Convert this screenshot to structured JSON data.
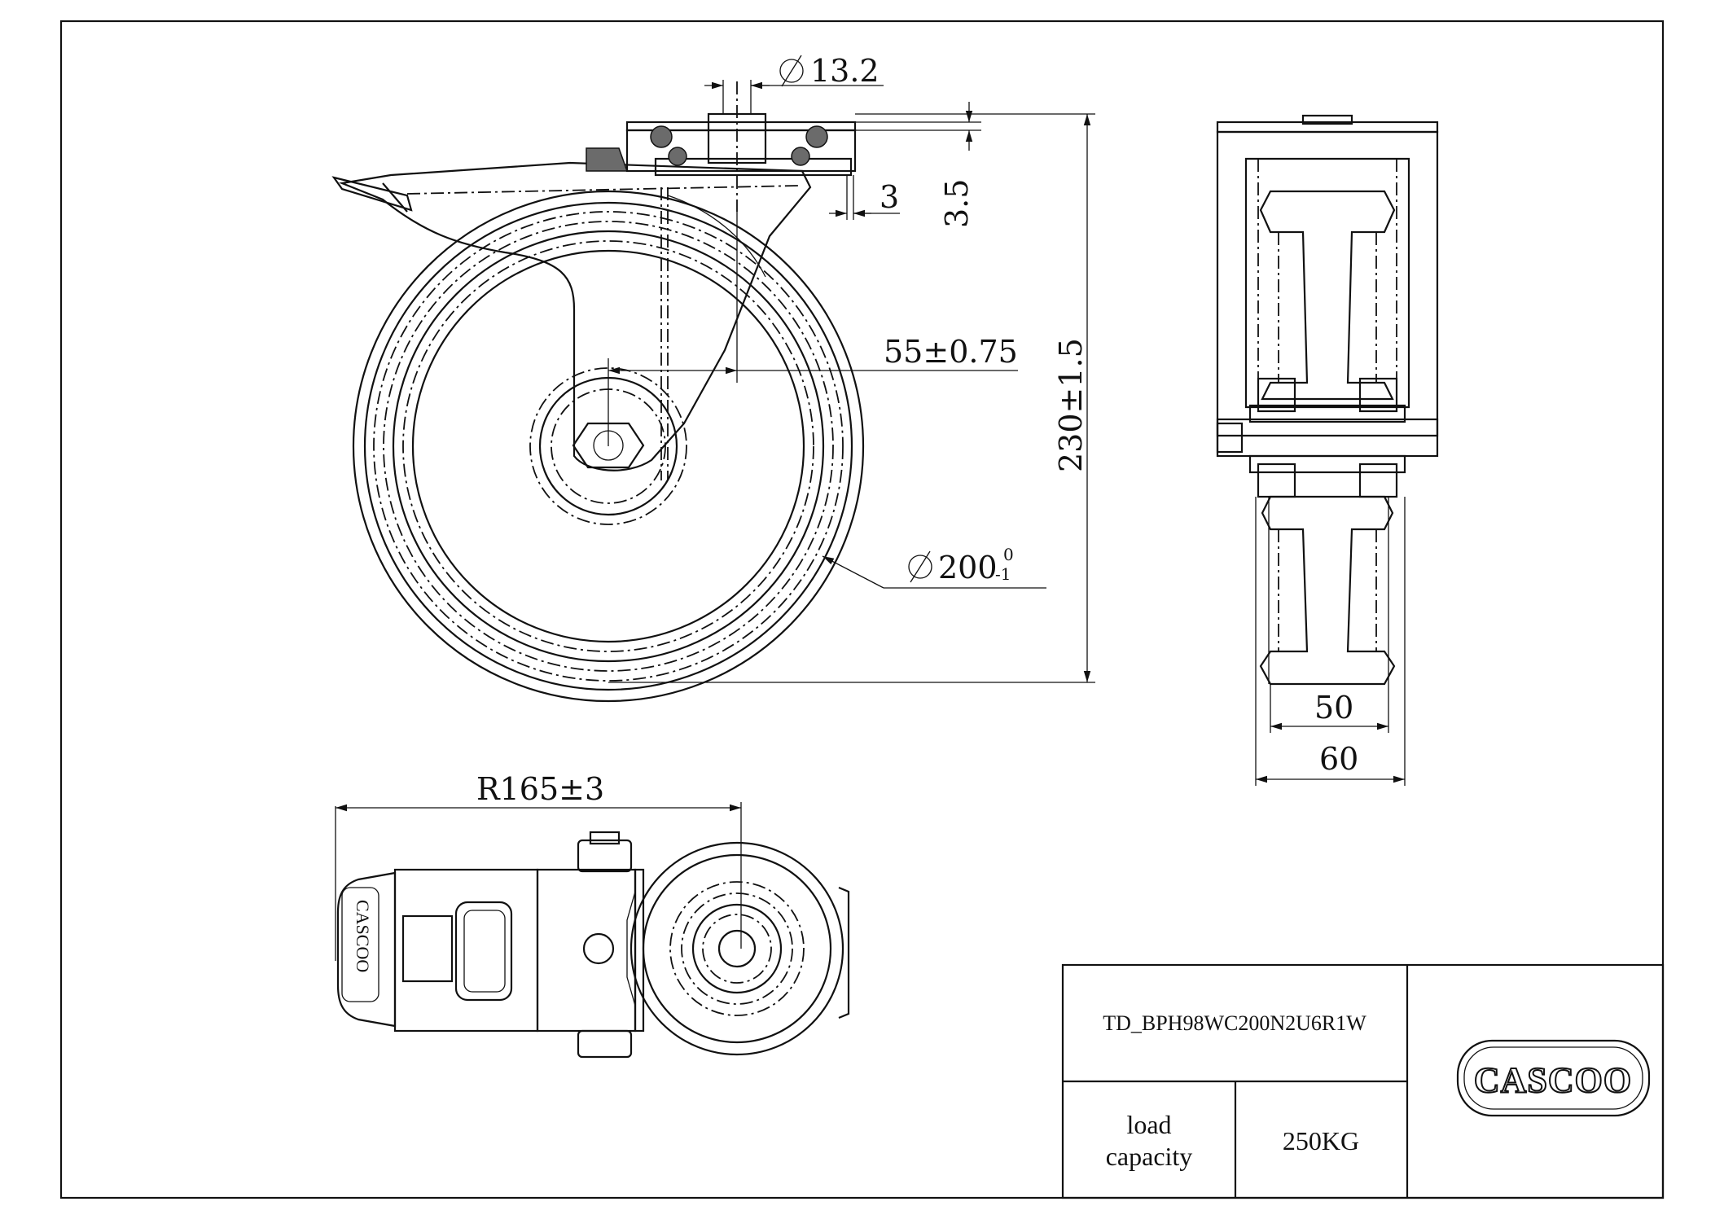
{
  "dimensions": {
    "bolt_hole": "13.2",
    "plate_thickness": "3.5",
    "plate_offset": "3",
    "swivel_offset": "55±0.75",
    "overall_height": "230±1.5",
    "wheel_diameter": "200",
    "wheel_tol_upper": "0",
    "wheel_tol_lower": "-1",
    "swivel_radius": "R165±3",
    "tread_width": "50",
    "overall_width": "60"
  },
  "title_block": {
    "part_number": "TD_BPH98WC200N2U6R1W",
    "load_label_line1": "load",
    "load_label_line2": "capacity",
    "load_value": "250KG",
    "logo_text": "CASCOO"
  },
  "colors": {
    "line": "#111111",
    "background": "#ffffff"
  }
}
